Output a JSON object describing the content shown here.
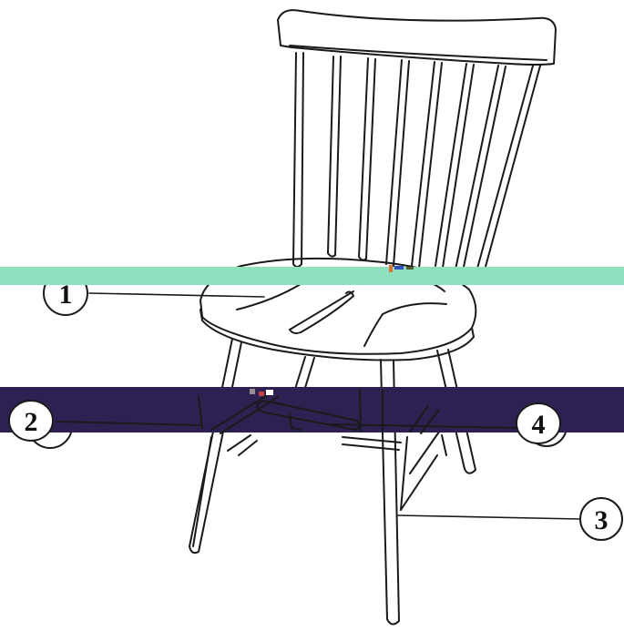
{
  "diagram": {
    "callouts": [
      {
        "id": "1",
        "label": "1"
      },
      {
        "id": "2",
        "label": "2"
      },
      {
        "id": "3",
        "label": "3"
      },
      {
        "id": "4",
        "label": "4"
      }
    ],
    "colors": {
      "line": "#1a1a1a",
      "band_mint": "#8fe0bf",
      "band_purple": "#2e2152",
      "background": "#ffffff"
    }
  }
}
